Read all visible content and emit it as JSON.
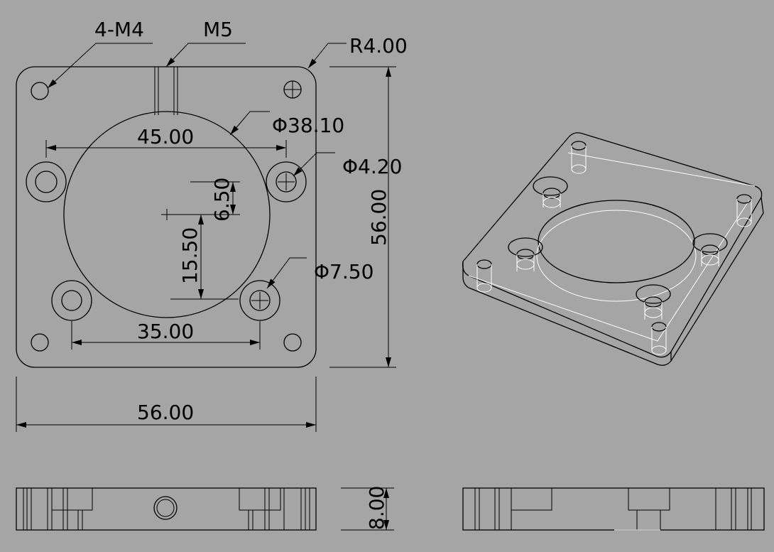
{
  "labels": {
    "thread_4m4": "4-M4",
    "thread_m5": "M5",
    "corner_radius": "R4.00",
    "bore_dia": "Φ38.10",
    "hole_dia_small": "Φ4.20",
    "hole_dia_large": "Φ7.50",
    "hole_spacing_top": "45.00",
    "hole_spacing_bottom": "35.00",
    "offset_small": "6.50",
    "offset_large": "15.50",
    "height": "56.00",
    "width": "56.00",
    "thickness": "8.00"
  },
  "colors": {
    "background": "#a5a5a5",
    "line": "#000000",
    "iso_line": "#ffffff"
  }
}
